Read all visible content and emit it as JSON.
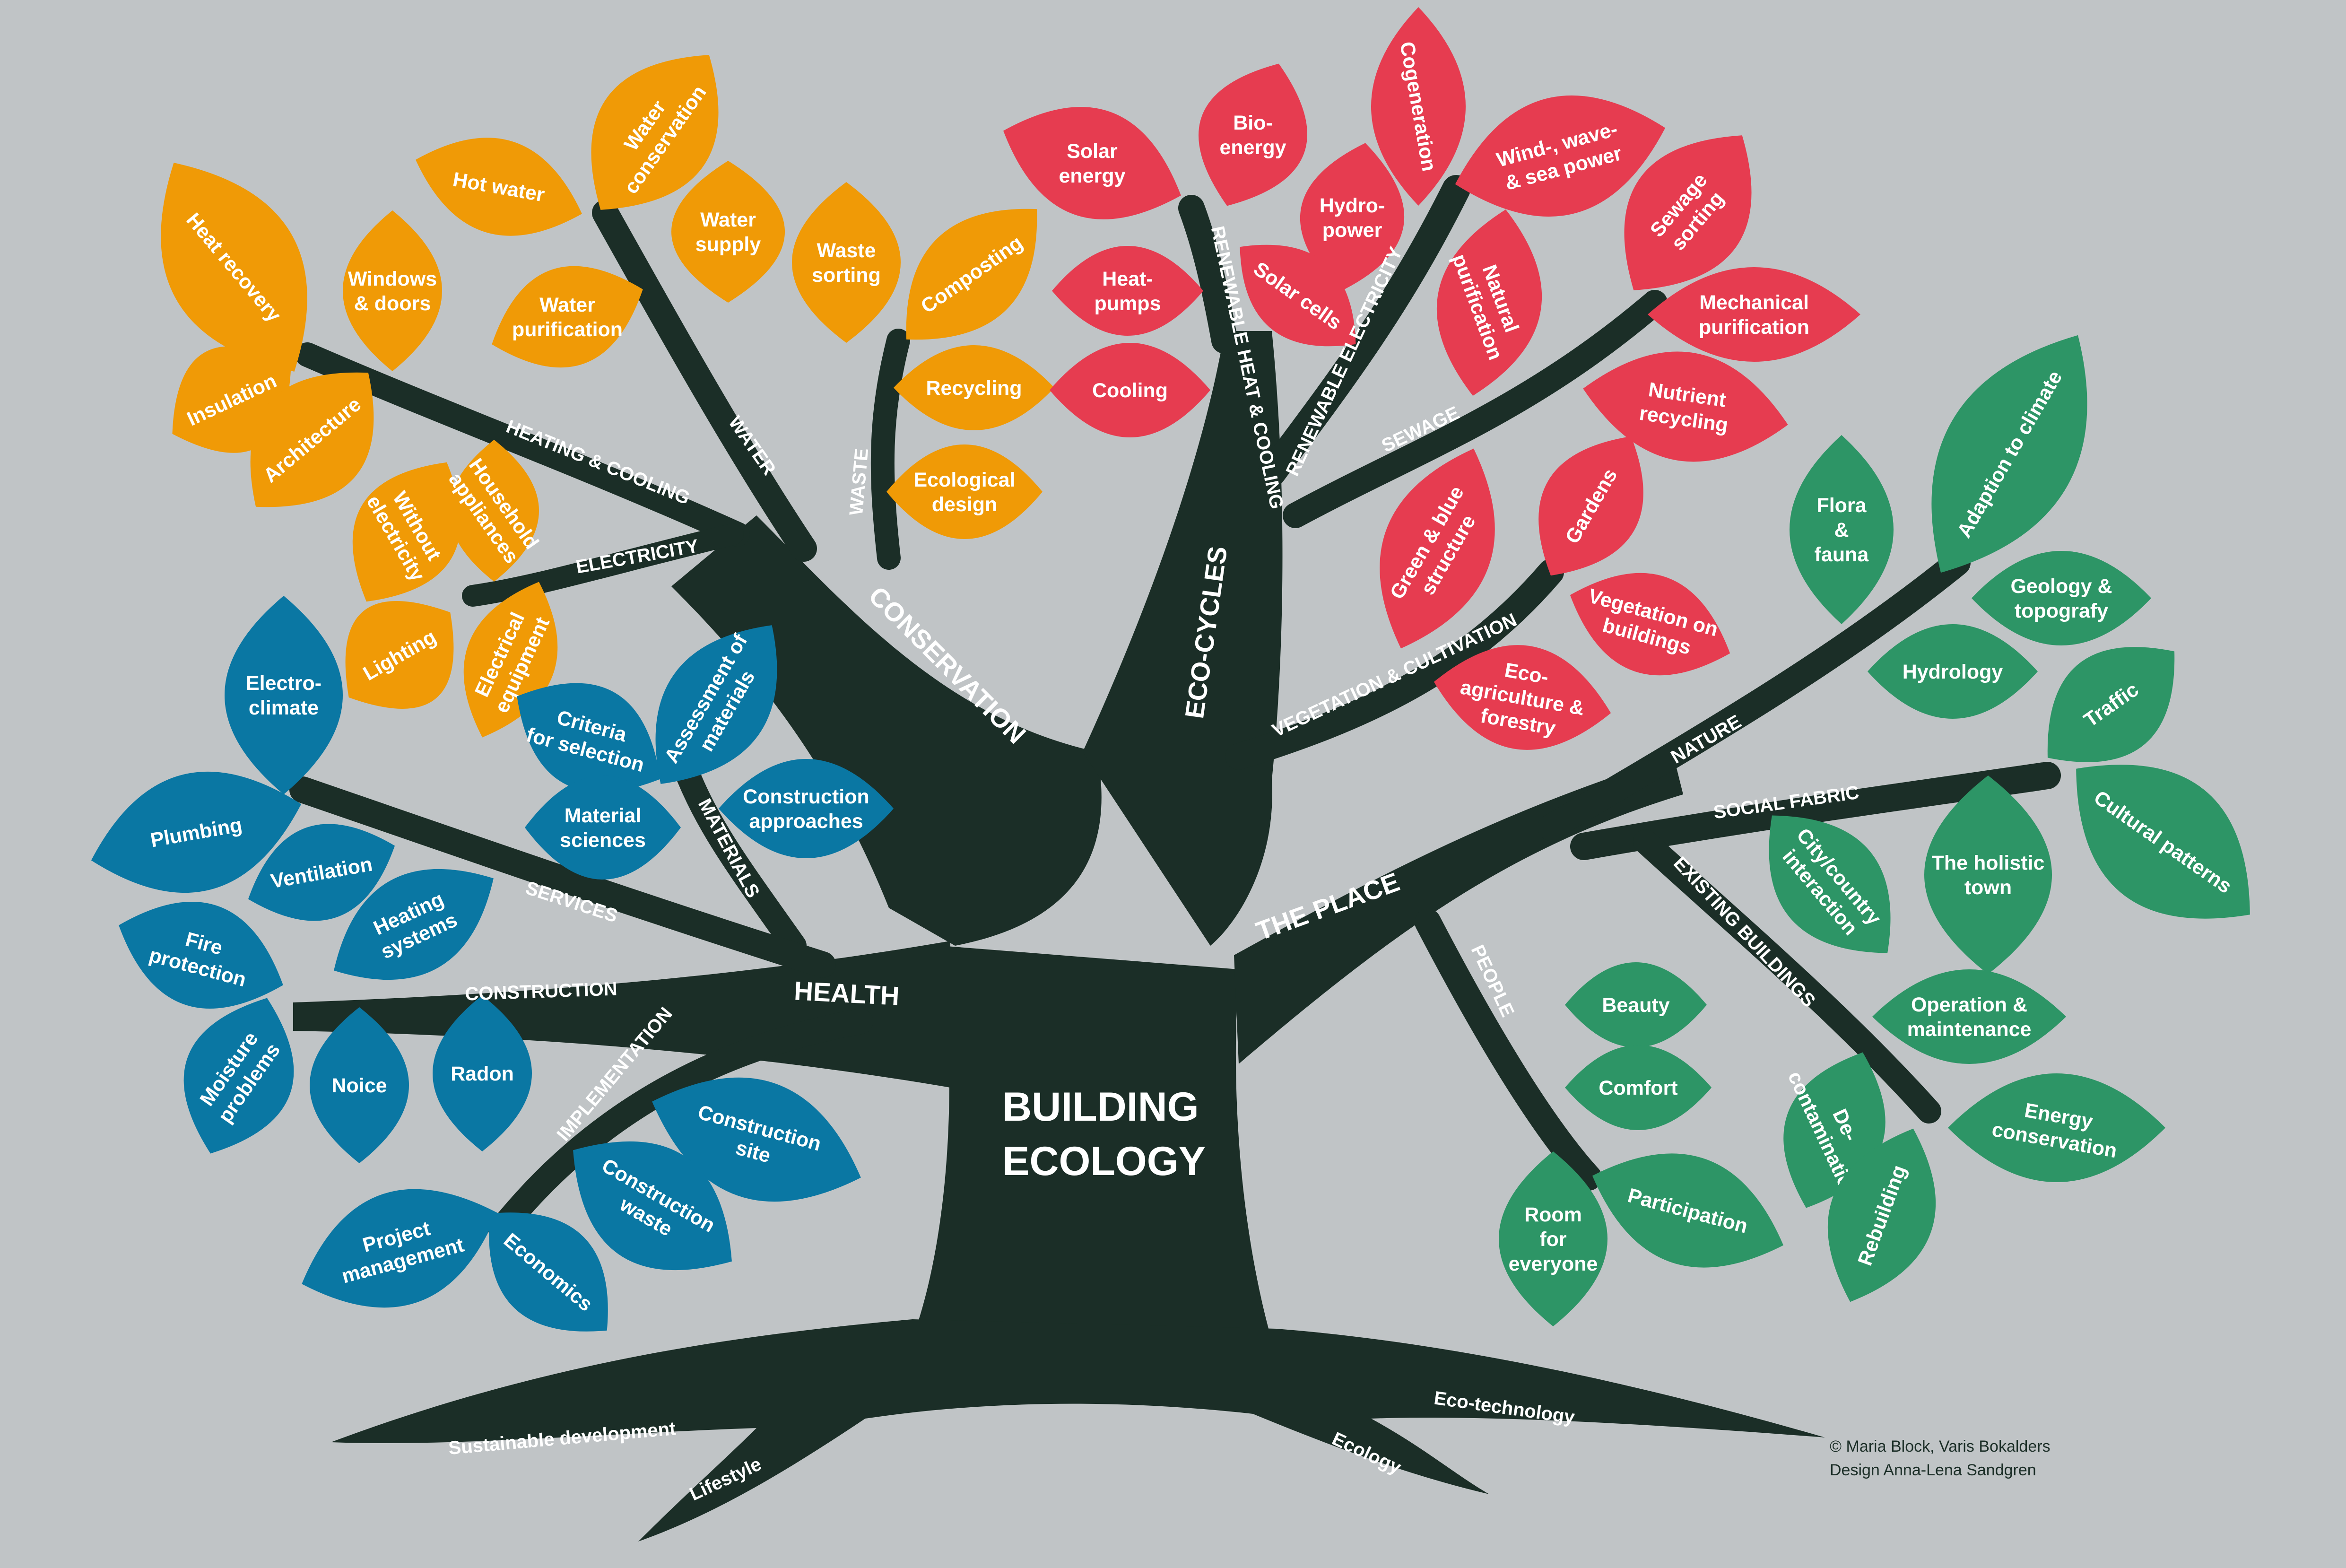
{
  "title": [
    "BUILDING",
    "ECOLOGY"
  ],
  "credits": [
    "© Maria Block, Varis Bokalders",
    "Design Anna-Lena Sandgren"
  ],
  "colors": {
    "background": "#c0c4c6",
    "trunk": "#1b2e27",
    "conservation": "#f09a06",
    "eco_cycles": "#e63c50",
    "health": "#0a77a3",
    "place": "#2d9566",
    "text": "#ffffff"
  },
  "main_branches": {
    "conservation": "CONSERVATION",
    "eco_cycles": "ECO-CYCLES",
    "health": "HEALTH",
    "place": "THE PLACE"
  },
  "branches": {
    "heating_cooling": "HEATING & COOLING",
    "water": "WATER",
    "waste": "WASTE",
    "electricity": "ELECTRICITY",
    "renewable_heat": "RENEWABLE HEAT & COOLING",
    "renewable_electricity": "RENEWABLE ELECTRICITY",
    "sewage": "SEWAGE",
    "vegetation": "VEGETATION & CULTIVATION",
    "materials": "MATERIALS",
    "services": "SERVICES",
    "construction": "CONSTRUCTION",
    "implementation": "IMPLEMENTATION",
    "nature": "NATURE",
    "social_fabric": "SOCIAL FABRIC",
    "existing_buildings": "EXISTING BUILDINGS",
    "people": "PEOPLE"
  },
  "roots": {
    "sustainable": "Sustainable development",
    "lifestyle": "Lifestyle",
    "ecotech": "Eco-technology",
    "ecology": "Ecology"
  },
  "leaves": {
    "heat_recovery": [
      "Heat recovery"
    ],
    "windows_doors": [
      "Windows",
      "& doors"
    ],
    "insulation": [
      "Insulation"
    ],
    "architecture": [
      "Architecture"
    ],
    "hot_water": [
      "Hot water"
    ],
    "water_conservation": [
      "Water",
      "conservation"
    ],
    "water_supply": [
      "Water",
      "supply"
    ],
    "water_purification": [
      "Water",
      "purification"
    ],
    "waste_sorting": [
      "Waste",
      "sorting"
    ],
    "composting": [
      "Composting"
    ],
    "recycling": [
      "Recycling"
    ],
    "ecological_design": [
      "Ecological",
      "design"
    ],
    "without_electricity": [
      "Without",
      "electricity"
    ],
    "household_appliances": [
      "Household",
      "appliances"
    ],
    "lighting": [
      "Lighting"
    ],
    "electrical_equipment": [
      "Electrical",
      "equipment"
    ],
    "solar_energy": [
      "Solar",
      "energy"
    ],
    "bioenergy": [
      "Bio-",
      "energy"
    ],
    "heat_pumps": [
      "Heat-",
      "pumps"
    ],
    "cooling": [
      "Cooling"
    ],
    "cogeneration": [
      "Cogeneration"
    ],
    "hydropower": [
      "Hydro-",
      "power"
    ],
    "solar_cells": [
      "Solar cells"
    ],
    "wind_wave": [
      "Wind-, wave-",
      "& sea power"
    ],
    "natural_purification": [
      "Natural",
      "purification"
    ],
    "sewage_sorting": [
      "Sewage",
      "sorting"
    ],
    "mechanical_purification": [
      "Mechanical",
      "purification"
    ],
    "nutrient_recycling": [
      "Nutrient",
      "recycling"
    ],
    "green_blue": [
      "Green & blue",
      "structure"
    ],
    "gardens": [
      "Gardens"
    ],
    "vegetation_buildings": [
      "Vegetation on",
      "buildings"
    ],
    "eco_agriculture": [
      "Eco-",
      "agriculture &",
      "forestry"
    ],
    "electroclimate": [
      "Electro-",
      "climate"
    ],
    "plumbing": [
      "Plumbing"
    ],
    "ventilation": [
      "Ventilation"
    ],
    "heating_systems": [
      "Heating",
      "systems"
    ],
    "criteria_selection": [
      "Criteria",
      "for selection"
    ],
    "assessment_materials": [
      "Assessment of",
      "materials"
    ],
    "material_sciences": [
      "Material",
      "sciences"
    ],
    "construction_approaches": [
      "Construction",
      "approaches"
    ],
    "fire_protection": [
      "Fire",
      "protection"
    ],
    "moisture_problems": [
      "Moisture",
      "problems"
    ],
    "noice": [
      "Noice"
    ],
    "radon": [
      "Radon"
    ],
    "construction_site": [
      "Construction",
      "site"
    ],
    "project_management": [
      "Project",
      "management"
    ],
    "construction_waste": [
      "Construction",
      "waste"
    ],
    "economics": [
      "Economics"
    ],
    "flora_fauna": [
      "Flora",
      "&",
      "fauna"
    ],
    "adaption_climate": [
      "Adaption to climate"
    ],
    "geology": [
      "Geology &",
      "topografy"
    ],
    "hydrology": [
      "Hydrology"
    ],
    "traffic": [
      "Traffic"
    ],
    "cultural_patterns": [
      "Cultural patterns"
    ],
    "city_country": [
      "City/country",
      "interaction"
    ],
    "holistic_town": [
      "The holistic",
      "town"
    ],
    "operation_maintenance": [
      "Operation &",
      "maintenance"
    ],
    "decontamination": [
      "De-",
      "contamination"
    ],
    "energy_conservation": [
      "Energy",
      "conservation"
    ],
    "rebuilding": [
      "Rebuilding"
    ],
    "beauty": [
      "Beauty"
    ],
    "comfort": [
      "Comfort"
    ],
    "participation": [
      "Participation"
    ],
    "room_everyone": [
      "Room",
      "for",
      "everyone"
    ]
  }
}
